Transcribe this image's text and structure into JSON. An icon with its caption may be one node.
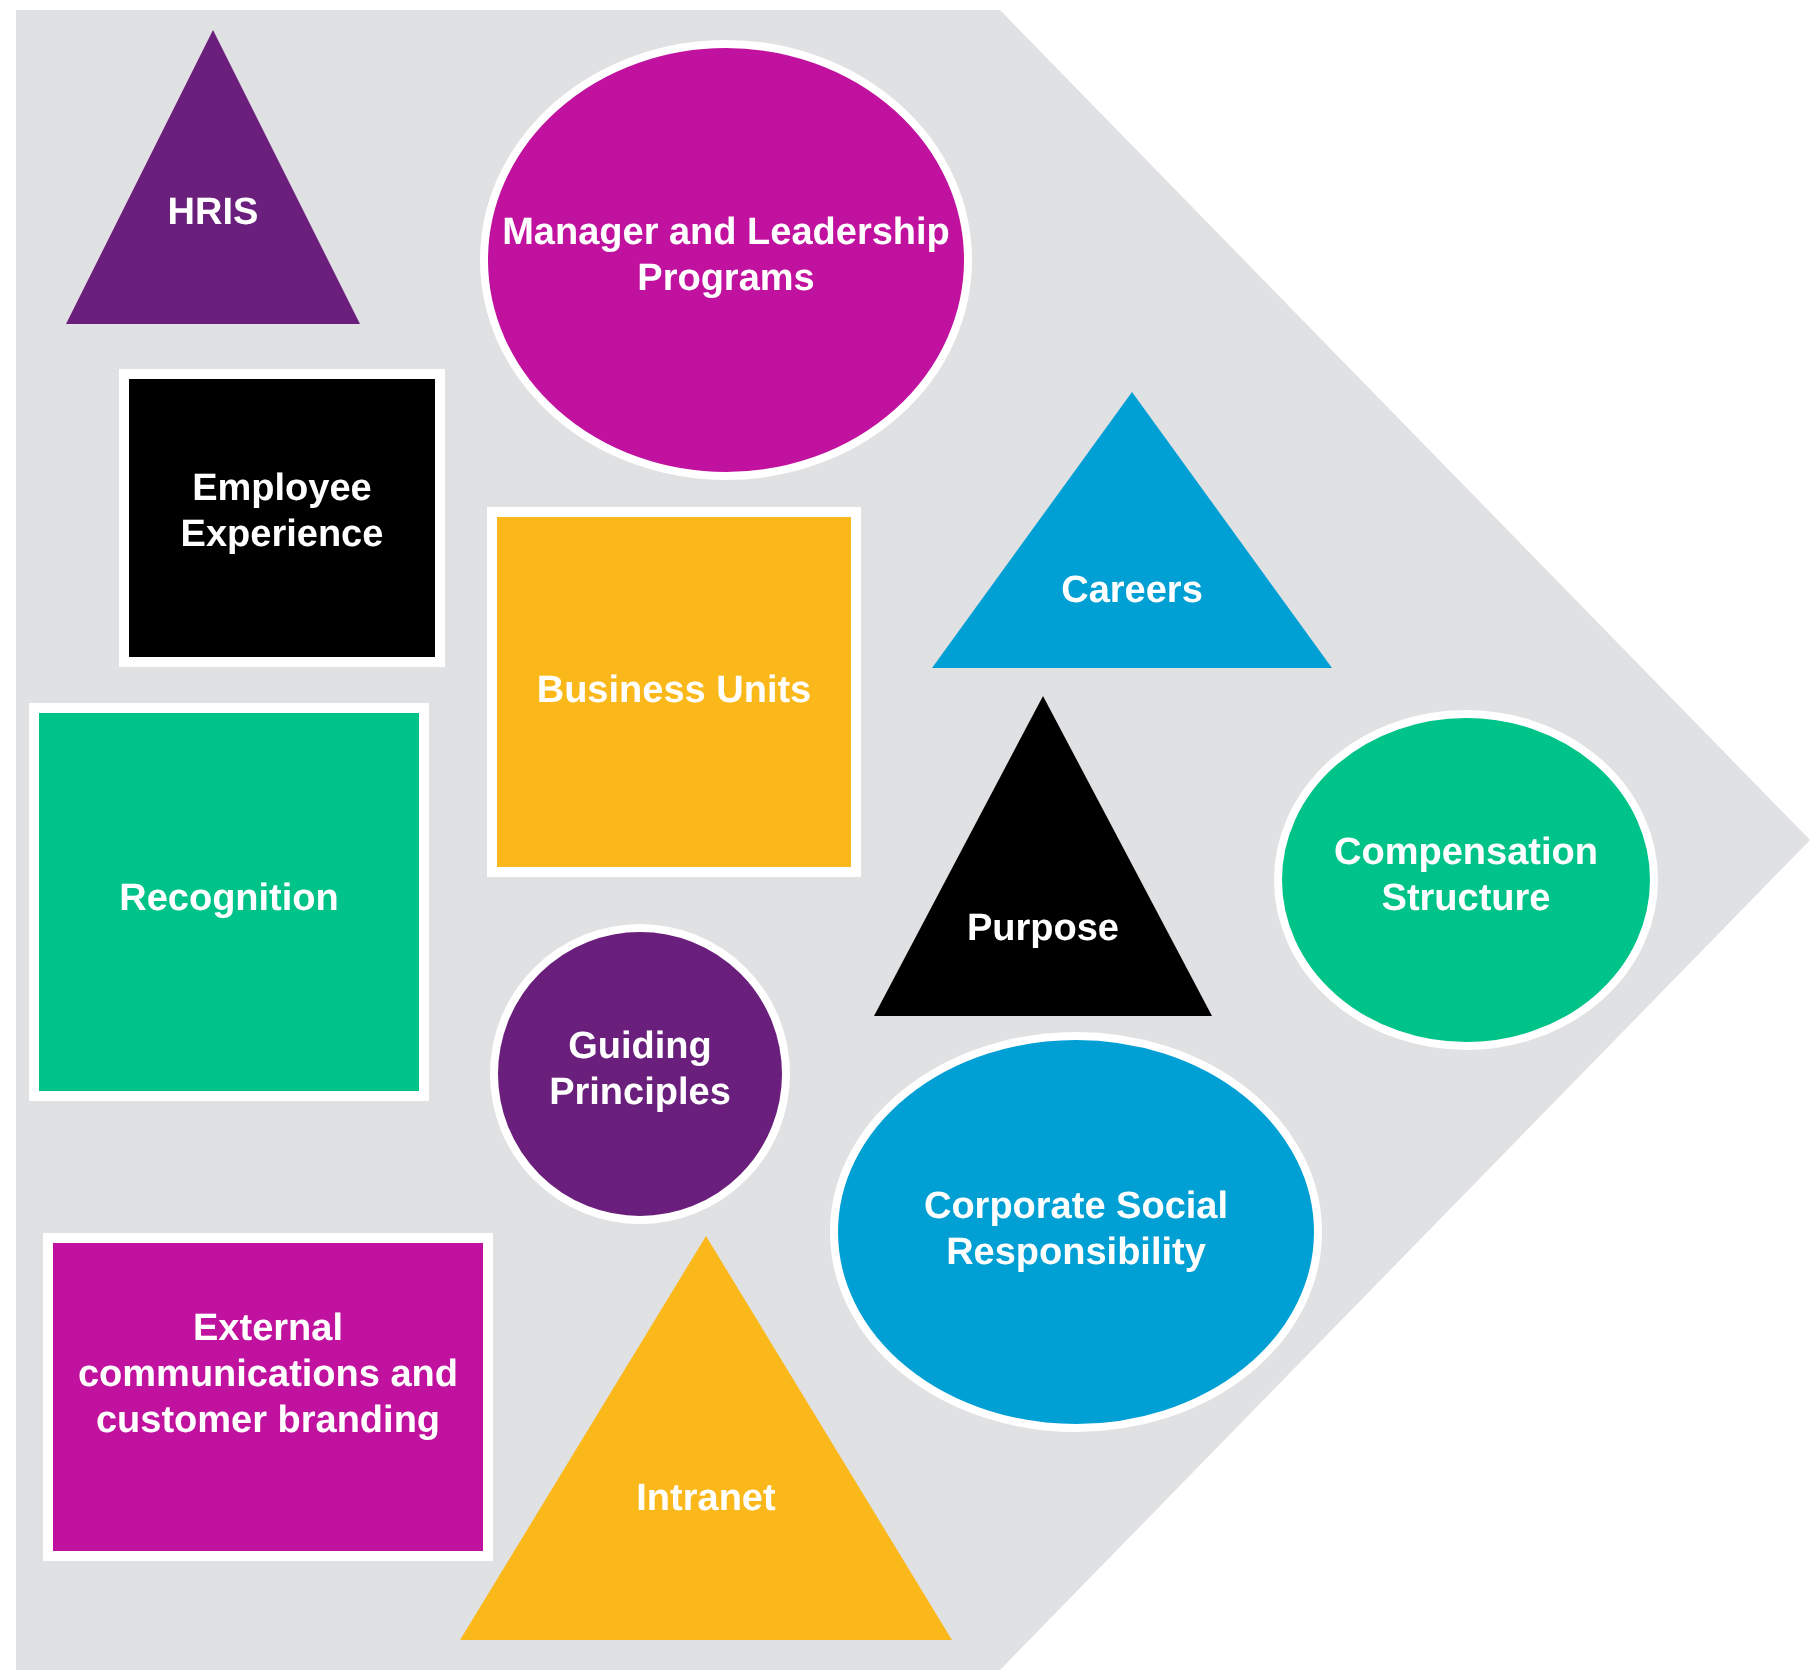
{
  "diagram": {
    "nodes": [
      {
        "text": [
          "HRIS"
        ]
      },
      {
        "text": [
          "Manager and Leadership Programs"
        ]
      },
      {
        "text": [
          "Employee Experience"
        ]
      },
      {
        "text": [
          "Careers"
        ]
      },
      {
        "text": [
          "Business Units"
        ]
      },
      {
        "text": [
          "Recognition"
        ]
      },
      {
        "text": [
          "Purpose"
        ]
      },
      {
        "text": [
          "Compensation Structure"
        ]
      },
      {
        "text": [
          "Guiding Principles"
        ]
      },
      {
        "text": [
          "Corporate Social Responsibility"
        ]
      },
      {
        "text": [
          "External communications and customer branding"
        ]
      },
      {
        "text": [
          "Intranet"
        ]
      }
    ]
  }
}
